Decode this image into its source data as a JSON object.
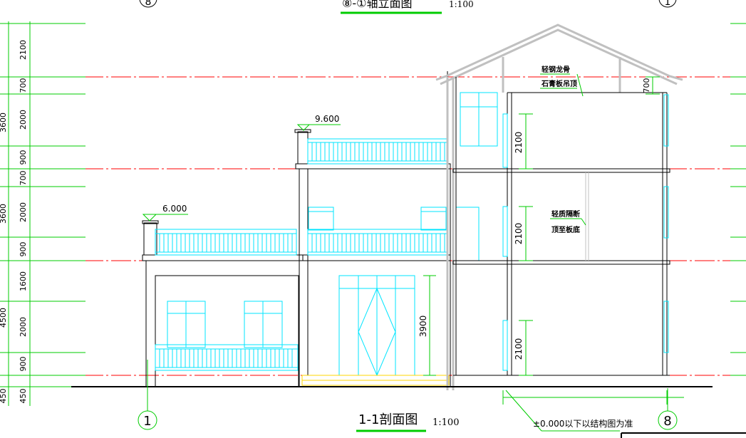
{
  "top_title": {
    "text": "⑧-①轴立面图",
    "scale": "1:100",
    "left_bubble": "8",
    "right_bubble": "1"
  },
  "bottom_title": {
    "text": "1-1剖面图",
    "scale": "1:100"
  },
  "dims_left_outer": [
    "2100",
    "700",
    "3600",
    "2000",
    "900",
    "700",
    "3600",
    "2000",
    "900",
    "1600",
    "4500",
    "2000",
    "900",
    "450",
    "450"
  ],
  "levels": {
    "roof_level": "9.600",
    "terrace_level": "6.000"
  },
  "elevation_dims": {
    "door": "3900"
  },
  "section_dims": {
    "h1": "2100",
    "h2": "2100",
    "h3": "2100",
    "eave": "700"
  },
  "annotations": {
    "ceiling_1": "轻钢龙骨",
    "ceiling_2": "石膏板吊顶",
    "partition_1": "轻质隔断",
    "partition_2": "顶至板底",
    "structure_note": "±0.000以下以结构图为准"
  },
  "axis_bubbles": {
    "bottom_left": "1",
    "bottom_right": "8"
  },
  "colors": {
    "grid_line": "#ff0000",
    "dim_line": "#00cc00",
    "glazing": "#00e5ff",
    "wall": "#000000",
    "roof": "#c0c0c0",
    "step": "#ffd700"
  }
}
